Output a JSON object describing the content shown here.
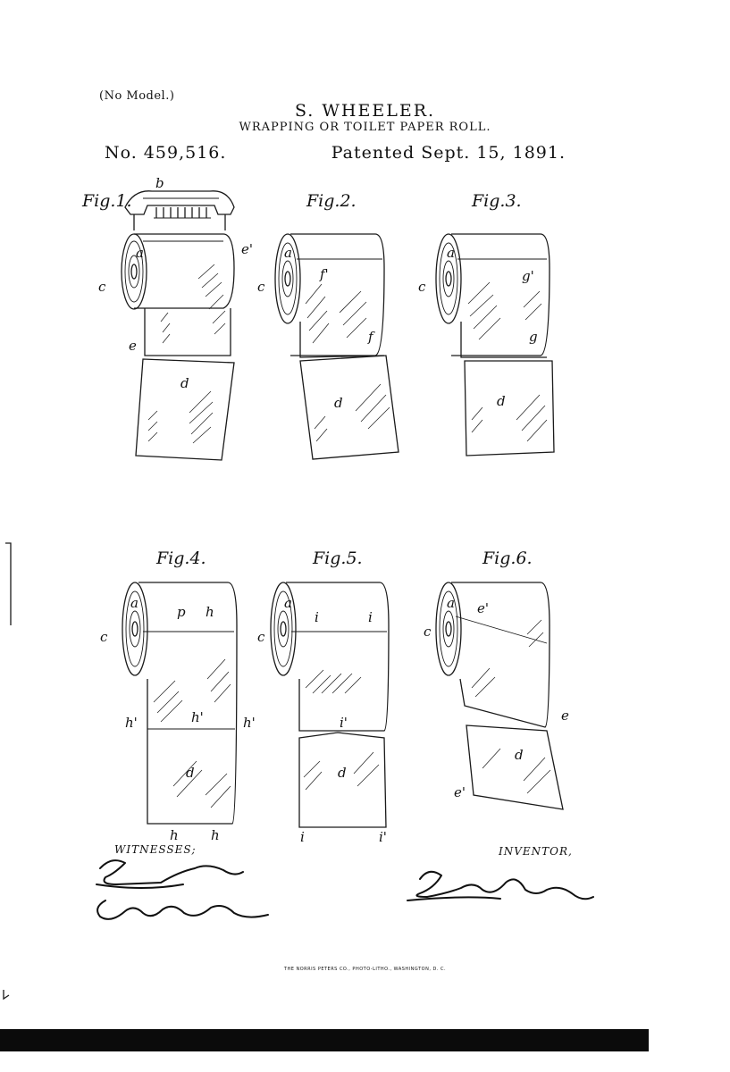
{
  "header": {
    "no_model": "(No Model.)",
    "inventor_name": "S. WHEELER.",
    "title": "WRAPPING OR TOILET PAPER ROLL.",
    "patent_number": "No. 459,516.",
    "patent_date": "Patented Sept. 15, 1891."
  },
  "figures": {
    "fig1": {
      "label": "Fig.1.",
      "parts": [
        "b",
        "a",
        "c",
        "e'",
        "e",
        "d"
      ]
    },
    "fig2": {
      "label": "Fig.2.",
      "parts": [
        "a",
        "c",
        "f'",
        "f",
        "d"
      ]
    },
    "fig3": {
      "label": "Fig.3.",
      "parts": [
        "a",
        "c",
        "g'",
        "g",
        "d"
      ]
    },
    "fig4": {
      "label": "Fig.4.",
      "parts": [
        "a",
        "c",
        "p",
        "h",
        "h'",
        "h'",
        "h'",
        "d",
        "h",
        "h"
      ]
    },
    "fig5": {
      "label": "Fig.5.",
      "parts": [
        "a",
        "c",
        "i",
        "i",
        "i'",
        "d",
        "i",
        "i'"
      ]
    },
    "fig6": {
      "label": "Fig.6.",
      "parts": [
        "a",
        "c",
        "e'",
        "e",
        "d",
        "e'"
      ]
    }
  },
  "footer": {
    "witnesses_label": "WITNESSES;",
    "inventor_label": "INVENTOR,",
    "printer_credit": "THE NORRIS PETERS CO., PHOTO-LITHO., WASHINGTON, D. C."
  }
}
